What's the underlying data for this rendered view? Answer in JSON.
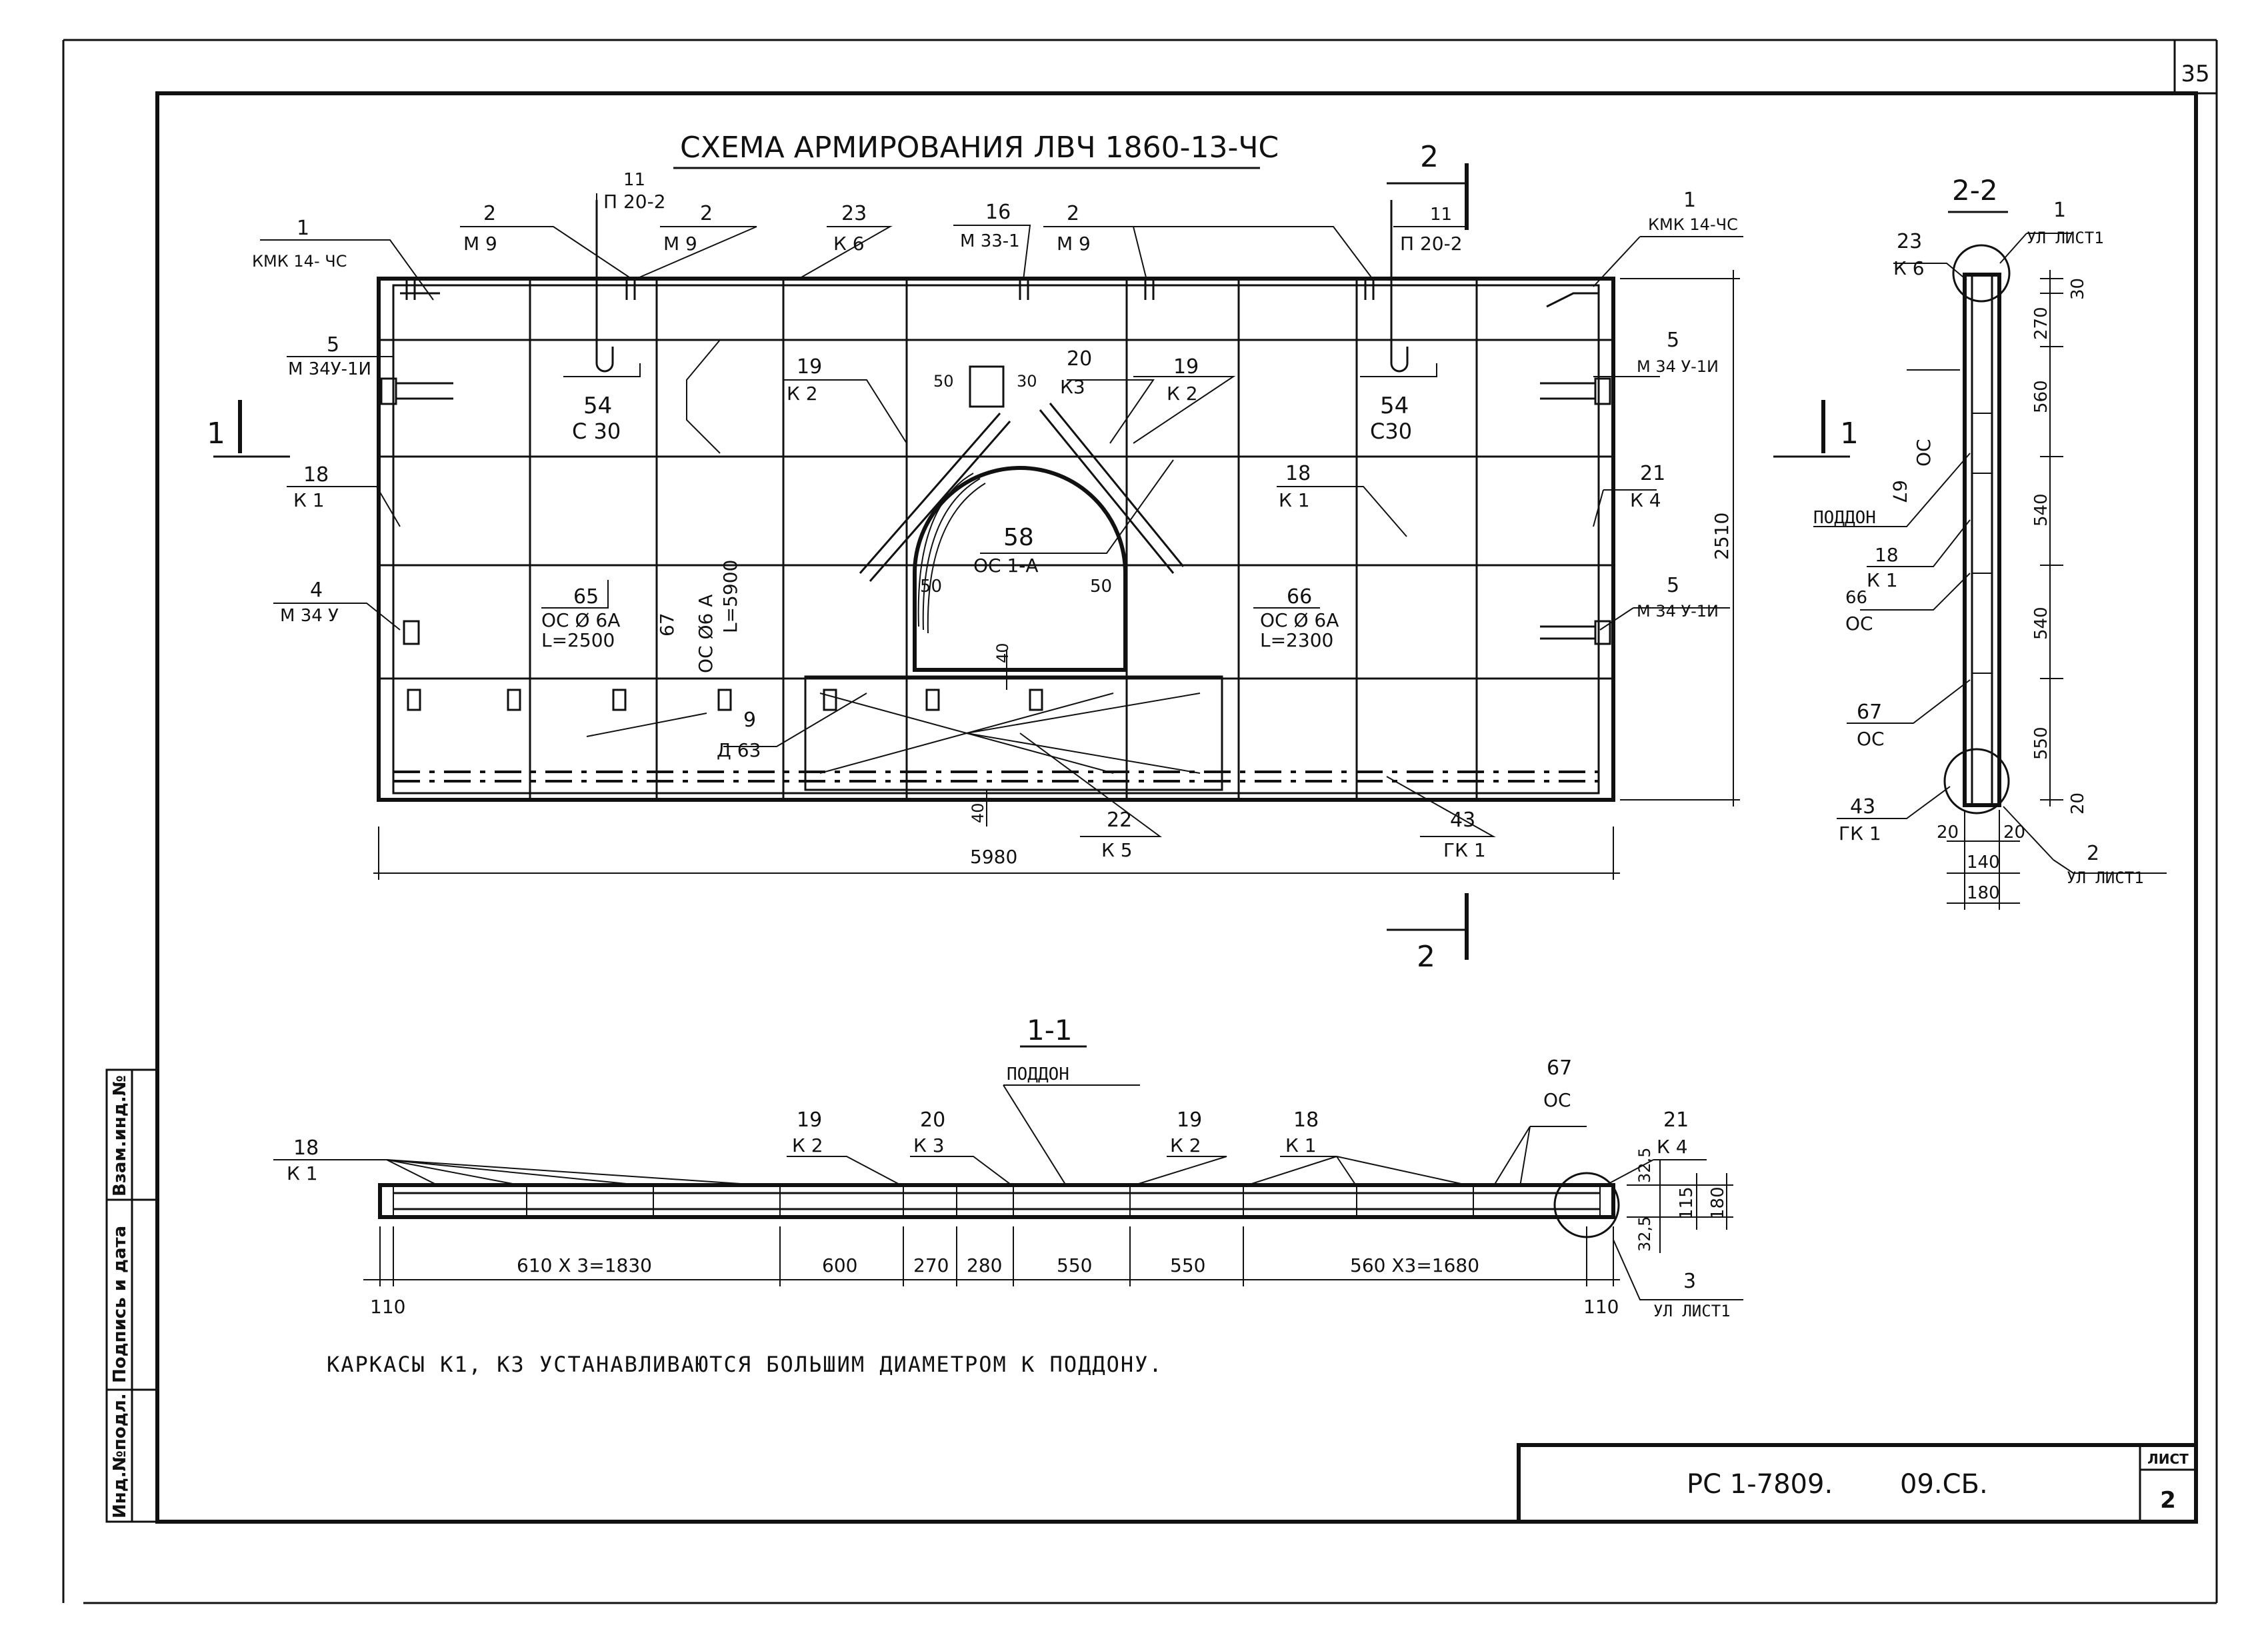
{
  "sheet_number": "35",
  "title": "СХЕМА АРМИРОВАНИЯ ЛВЧ 1860-13-ЧС",
  "plan": {
    "callouts": {
      "kmk_left_num": "1",
      "kmk_left_lbl": "КМК 14- ЧС",
      "m9_a_num": "2",
      "m9_a_lbl": "М 9",
      "p20_left_num": "11",
      "p20_left_lbl": "П 20-2",
      "m9_b_num": "2",
      "m9_b_lbl": "М 9",
      "k6_num": "23",
      "k6_lbl": "К 6",
      "m33_num": "16",
      "m33_lbl": "М 33-1",
      "m9_c_num": "2",
      "m9_c_lbl": "М 9",
      "p20_right_num": "11",
      "p20_right_lbl": "П 20-2",
      "kmk_right_num": "1",
      "kmk_right_lbl": "КМК 14-ЧС",
      "m34u1_left_num": "5",
      "m34u1_left_lbl": "М 34У-1И",
      "c30_left_num": "54",
      "c30_left_lbl": "С 30",
      "k2_left_num": "19",
      "k2_left_lbl": "К 2",
      "k3_num": "20",
      "k3_lbl": "К3",
      "k2_right_num": "19",
      "k2_right_lbl": "К 2",
      "c30_right_num": "54",
      "c30_right_lbl": "С30",
      "m34u1_right_num": "5",
      "m34u1_right_lbl": "М 34 У-1И",
      "k1_left_num": "18",
      "k1_left_lbl": "К 1",
      "oc1a_num": "58",
      "oc1a_lbl": "ОС 1-А",
      "k1_right_num": "18",
      "k1_right_lbl": "К 1",
      "k4_num": "21",
      "k4_lbl": "К 4",
      "m34u_num": "4",
      "m34u_lbl": "М 34 У",
      "oc65_num": "65",
      "oc65_lbl": "ОС Ø 6А",
      "oc65_len": "L=2500",
      "oc67_num": "67",
      "oc67_lbl": "ОС Ø6 А",
      "oc67_len": "L=5900",
      "oc66_num": "66",
      "oc66_lbl": "ОС Ø 6А",
      "oc66_len": "L=2300",
      "m34u1_right2_num": "5",
      "m34u1_right2_lbl": "М 34 У-1И",
      "d63_num": "9",
      "d63_lbl": "Д 63",
      "k5_num": "22",
      "k5_lbl": "К 5",
      "gk1_num": "43",
      "gk1_lbl": "ГК 1"
    },
    "dims": {
      "d50a": "50",
      "d30": "30",
      "d50b": "50",
      "d50c": "50",
      "d40a": "40",
      "d40b": "40",
      "overall_width": "5980",
      "overall_height": "2510"
    },
    "section_marks": {
      "s1": "1",
      "s2": "2"
    }
  },
  "section22": {
    "title": "2-2",
    "callouts": {
      "top_num": "1",
      "top_lbl": "УЛ ЛИСТ1",
      "k6_num": "23",
      "k6_lbl": "К 6",
      "oc67_num": "67",
      "oc67_lbl": "ОС",
      "poddon": "ПОДДОН",
      "k1_num": "18",
      "k1_lbl": "К 1",
      "oc66_num": "66",
      "oc66_lbl": "ОС",
      "oc67b_num": "67",
      "oc67b_lbl": "ОС",
      "gk1_num": "43",
      "gk1_lbl": "ГК 1",
      "bot_num": "2",
      "bot_lbl": "УЛ ЛИСТ1"
    },
    "dims": {
      "d30": "30",
      "d270": "270",
      "d560": "560",
      "d540a": "540",
      "d540b": "540",
      "d550": "550",
      "d20": "20",
      "w20a": "20",
      "w20b": "20",
      "w140": "140",
      "w180": "180"
    }
  },
  "section11": {
    "title": "1-1",
    "callouts": {
      "poddon": "ПОДДОН",
      "k1a_num": "18",
      "k1a_lbl": "К 1",
      "k2a_num": "19",
      "k2a_lbl": "К 2",
      "k3_num": "20",
      "k3_lbl": "К 3",
      "k2b_num": "19",
      "k2b_lbl": "К 2",
      "k1b_num": "18",
      "k1b_lbl": "К 1",
      "oc67_num": "67",
      "oc67_lbl": "ОС",
      "k4_num": "21",
      "k4_lbl": "К 4",
      "ul_num": "3",
      "ul_lbl": "УЛ ЛИСТ1"
    },
    "dims": {
      "d110a": "110",
      "d1830": "610 Х 3=1830",
      "d600": "600",
      "d270": "270",
      "d280": "280",
      "d550a": "550",
      "d550b": "550",
      "d1680": "560 Х3=1680",
      "d110b": "110",
      "d32_5a": "32,5",
      "d115": "115",
      "d32_5b": "32,5",
      "d180": "180"
    }
  },
  "note": "КАРКАСЫ К1, К3 УСТАНАВЛИВАЮТСЯ БОЛЬШИМ ДИАМЕТРОМ К ПОДДОНУ.",
  "side_stamp": {
    "f1": "Взам.инд.№",
    "f2": "Подпись и дата",
    "f3": "Инд.№подл."
  },
  "title_block": {
    "code": "РС 1-7809.",
    "suffix": "09.СБ.",
    "list_label": "ЛИСТ",
    "list_num": "2"
  }
}
